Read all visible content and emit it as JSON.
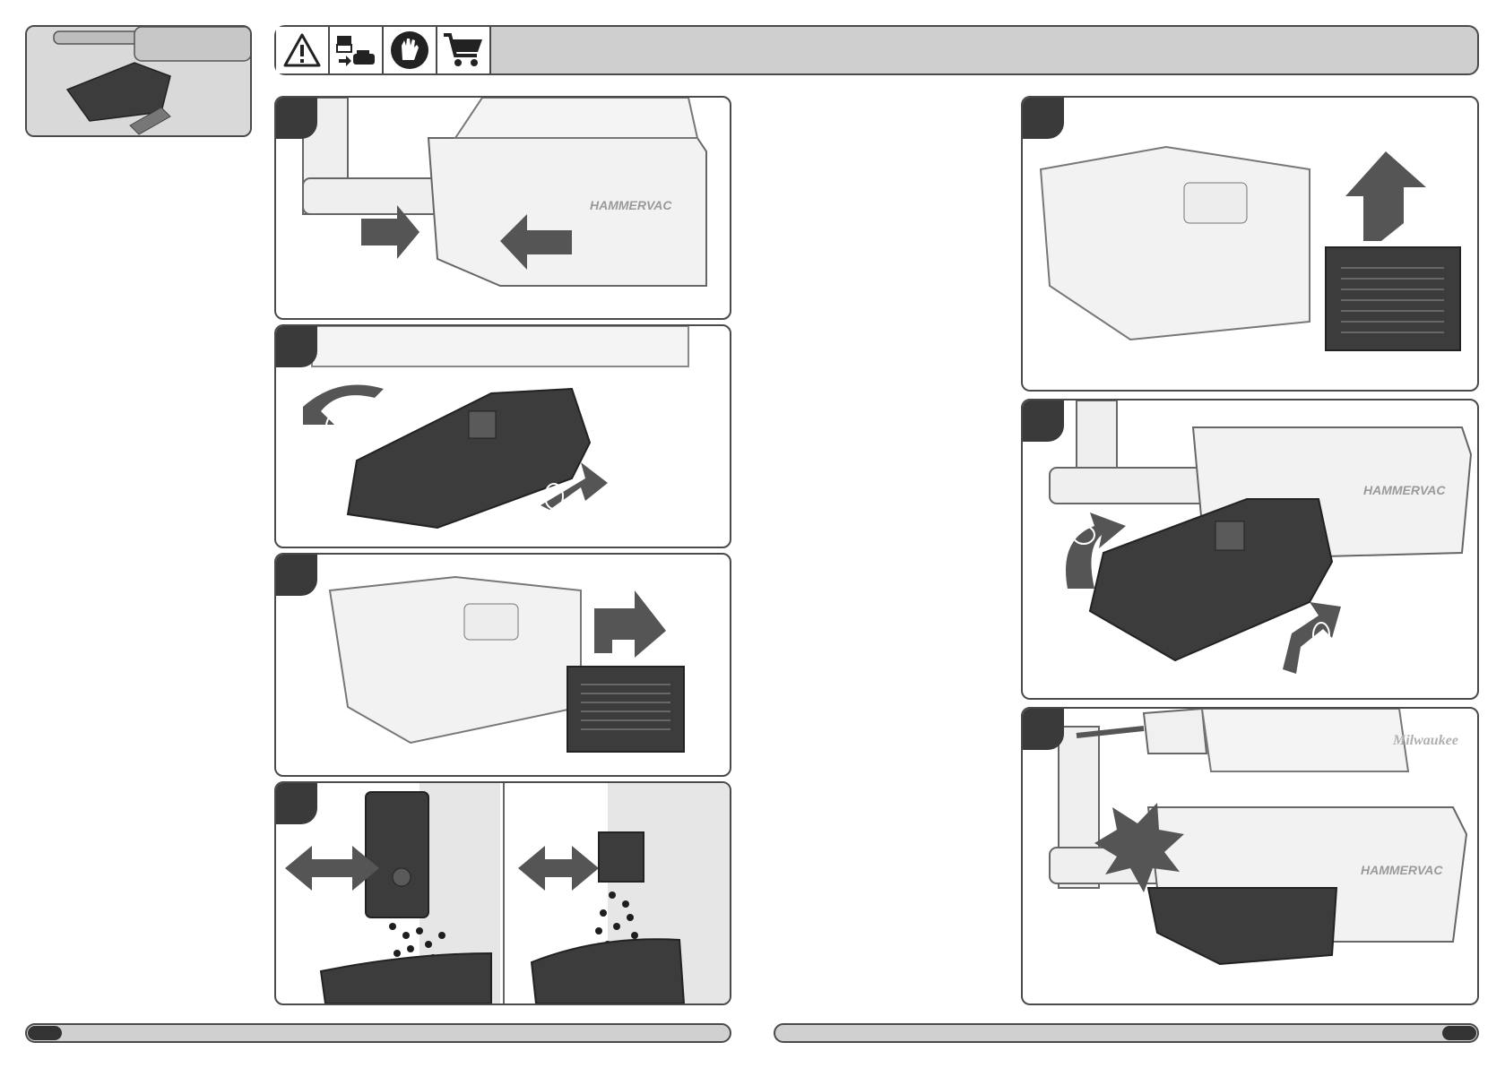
{
  "colors": {
    "frame": "#4a4a4a",
    "badge": "#3a3a3a",
    "bar_fill": "#cfcfcf",
    "part_dark": "#3c3c3c",
    "part_light": "#efefef",
    "arrow": "#555555"
  },
  "header_icons": [
    "warning-triangle-icon",
    "battery-remove-icon",
    "gloves-icon",
    "shopping-cart-icon"
  ],
  "labels": {
    "brand_tag": "HAMMERVAC",
    "brand_logo": "Milwaukee"
  },
  "left_page": {
    "steps": 4
  },
  "right_page": {
    "steps": 3
  }
}
